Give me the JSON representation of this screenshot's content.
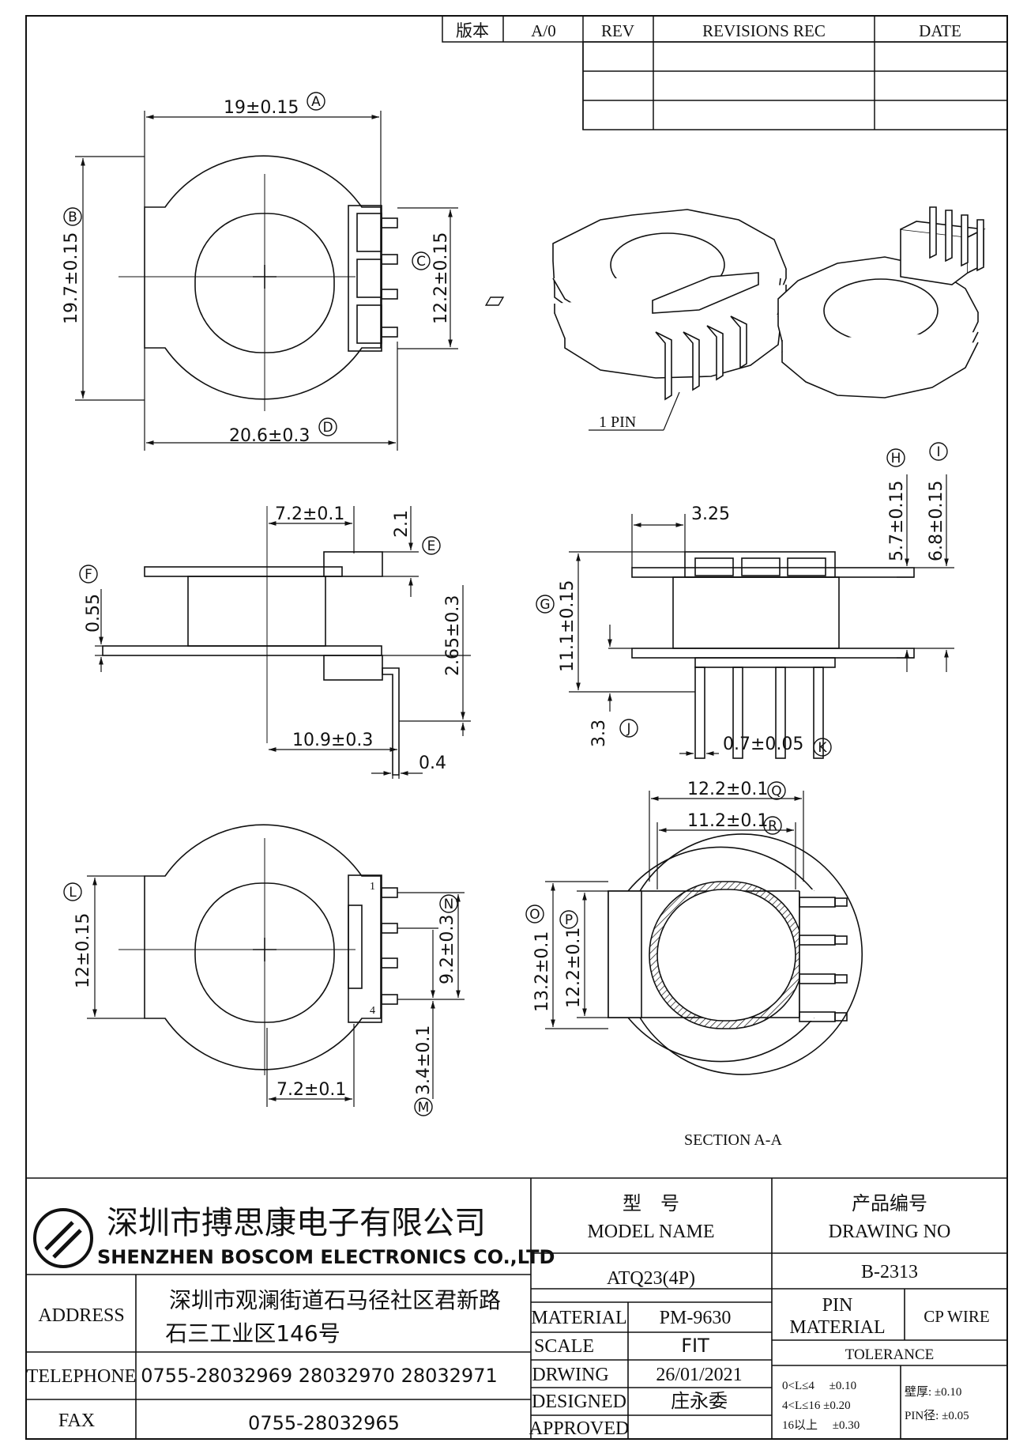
{
  "revision_table": {
    "headers": [
      "版本",
      "A/0",
      "REV",
      "REVISIONS REC",
      "DATE"
    ]
  },
  "dimensions": {
    "A": {
      "mark": "A",
      "text": "19±0.15"
    },
    "B": {
      "mark": "B",
      "text": "19.7±0.15"
    },
    "C": {
      "mark": "C",
      "text": "12.2±0.15"
    },
    "D": {
      "mark": "D",
      "text": "20.6±0.3"
    },
    "E": {
      "mark": "E",
      "text": "2.1"
    },
    "F": {
      "mark": "F",
      "text": "0.55"
    },
    "top_offset": {
      "text": "7.2±0.1"
    },
    "side_height": {
      "text": "2.65±0.3"
    },
    "pin_reach": {
      "text": "10.9±0.3"
    },
    "pin_thickness": {
      "text": "0.4"
    },
    "pin_spacing": {
      "text": "3.25"
    },
    "H": {
      "mark": "H",
      "text": "5.7±0.15"
    },
    "I": {
      "mark": "I",
      "text": "6.8±0.15"
    },
    "G": {
      "mark": "G",
      "text": "11.1±0.15"
    },
    "J": {
      "mark": "J",
      "text": "3.3"
    },
    "K": {
      "mark": "K",
      "text": "0.7±0.05"
    },
    "L": {
      "mark": "L",
      "text": "12±0.15"
    },
    "N": {
      "mark": "N",
      "text": "9.2±0.3"
    },
    "M": {
      "mark": "M",
      "text": "3.4±0.1"
    },
    "bottom_offset": {
      "text": "7.2±0.1"
    },
    "Q": {
      "mark": "Q",
      "text": "12.2±0.1"
    },
    "R": {
      "mark": "R",
      "text": "11.2±0.1"
    },
    "O": {
      "mark": "O",
      "text": "13.2±0.1"
    },
    "P": {
      "mark": "P",
      "text": "12.2±0.1"
    }
  },
  "labels": {
    "pin1": "1 PIN",
    "section": "SECTION A-A",
    "pin_num_first": "1",
    "pin_num_last": "4"
  },
  "title_block": {
    "company_cn": "深圳市搏思康电子有限公司",
    "company_en": "SHENZHEN BOSCOM ELECTRONICS CO.,LTD",
    "model_name_cn": "型　号",
    "model_name_en": "MODEL NAME",
    "drawing_no_cn": "产品编号",
    "drawing_no_en": "DRAWING NO",
    "address_label": "ADDRESS",
    "address_line1": "深圳市观澜街道石马径社区君新路",
    "address_line2": "石三工业区146号",
    "telephone_label": "TELEPHONE",
    "telephone": "0755-28032969 28032970 28032971",
    "fax_label": "FAX",
    "fax": "0755-28032965",
    "model": "ATQ23(4P)",
    "drawing_no": "B-2313",
    "material_label": "MATERIAL",
    "material": "PM-9630",
    "pin_material_line1": "PIN",
    "pin_material_line2": "MATERIAL",
    "pin_material": "CP WIRE",
    "scale_label": "SCALE",
    "scale": "FIT",
    "tolerance_label": "TOLERANCE",
    "drawing_label": "DRWING",
    "drawing_date": "26/01/2021",
    "designed_label": "DESIGNED",
    "designer": "庄永委",
    "approved_label": "APPROVED",
    "tol_1": "0<L≤4　 ±0.10",
    "tol_2": "4<L≤16 ±0.20",
    "tol_3": "16以上　 ±0.30",
    "wall": "壁厚:  ±0.10",
    "pin_dia": "PIN径: ±0.05"
  }
}
